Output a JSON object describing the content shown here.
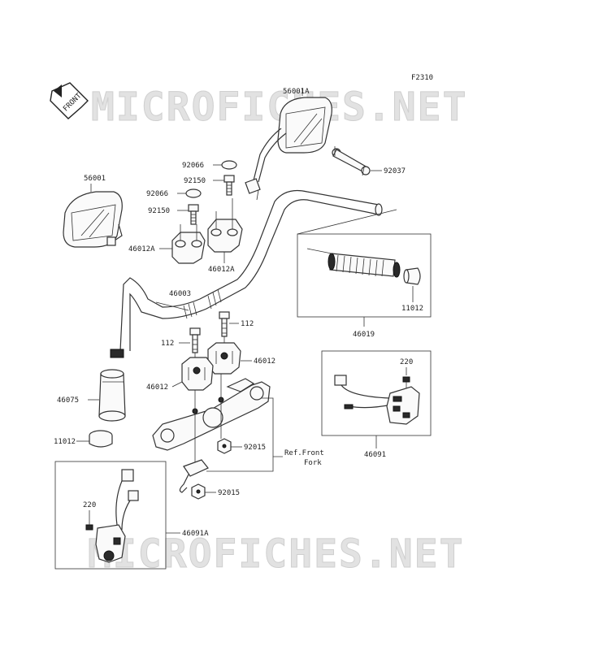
{
  "figure_code": "F2310",
  "watermark_text": "MICROFICHES.NET",
  "front_label": "FRONT",
  "ref_note": [
    "Ref.Front",
    "Fork"
  ],
  "labels": {
    "p56001A": "56001A",
    "p92066a": "92066",
    "p92150a": "92150",
    "p92066b": "92066",
    "p92150b": "92150",
    "p92037": "92037",
    "p56001": "56001",
    "p46012A_l": "46012A",
    "p46012A_r": "46012A",
    "p46003": "46003",
    "p11012_r": "11012",
    "p46019": "46019",
    "p112_r": "112",
    "p112_l": "112",
    "p46012_r": "46012",
    "p46012_l": "46012",
    "p220_r": "220",
    "p46075": "46075",
    "p11012_l": "11012",
    "p92015_a": "92015",
    "p46091": "46091",
    "p92015_b": "92015",
    "p220_l": "220",
    "p46091A": "46091A"
  }
}
